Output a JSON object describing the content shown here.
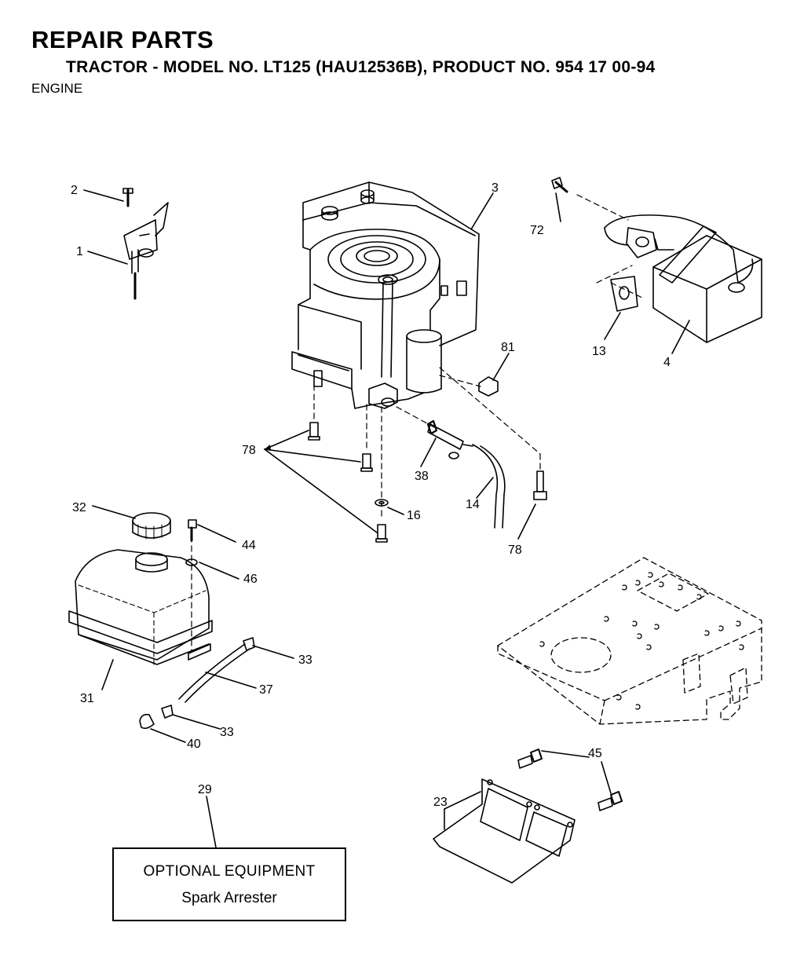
{
  "header": {
    "title": "REPAIR PARTS",
    "subtitle": "TRACTOR - MODEL NO. LT125 (HAU12536B), PRODUCT NO. 954 17 00-94",
    "section": "ENGINE"
  },
  "callouts": {
    "p1": "1",
    "p2": "2",
    "p3": "3",
    "p4": "4",
    "p13": "13",
    "p14": "14",
    "p16": "16",
    "p23": "23",
    "p29": "29",
    "p31": "31",
    "p32": "32",
    "p33a": "33",
    "p33b": "33",
    "p37": "37",
    "p38": "38",
    "p40": "40",
    "p44": "44",
    "p45": "45",
    "p46": "46",
    "p72": "72",
    "p78a": "78",
    "p78b": "78",
    "p81": "81"
  },
  "optional_box": {
    "heading": "OPTIONAL EQUIPMENT",
    "item": "Spark Arrester"
  }
}
